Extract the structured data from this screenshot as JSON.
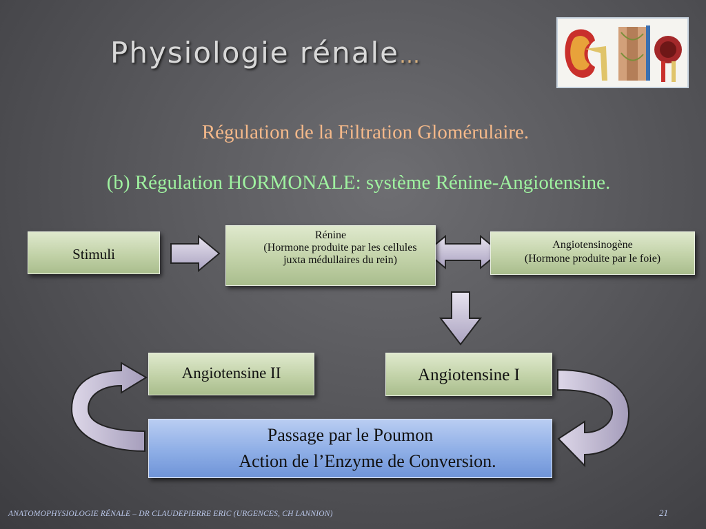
{
  "slide": {
    "title": "Physiologie rénale",
    "title_ellipsis": "…",
    "subtitle1": "Régulation de la Filtration Glomérulaire.",
    "subtitle2": "(b) Régulation HORMONALE: système Rénine-Angiotensine."
  },
  "diagram": {
    "stimuli": "Stimuli",
    "renine_title": "Rénine",
    "renine_desc": "(Hormone produite par les cellules juxta médullaires du rein)",
    "angiotensinogene_title": "Angiotensinogène",
    "angiotensinogene_desc": "(Hormone produite par le foie)",
    "angiotensine2": "Angiotensine II",
    "angiotensine1": "Angiotensine I",
    "passage_line1": "Passage par le Poumon",
    "passage_line2": "Action de l’Enzyme de Conversion."
  },
  "footer": {
    "text": "ANATOMOPHYSIOLOGIE RÉNALE – DR CLAUDEPIERRE ERIC (URGENCES, CH LANNION)",
    "page_number": "21"
  },
  "colors": {
    "subtitle1": "#f5b98a",
    "subtitle2": "#9ff2a0",
    "box_green": "#c2d2a8",
    "box_blue": "#8eaee6",
    "arrow_fill": "#c9c2d9",
    "footer": "#b9c6e8"
  }
}
